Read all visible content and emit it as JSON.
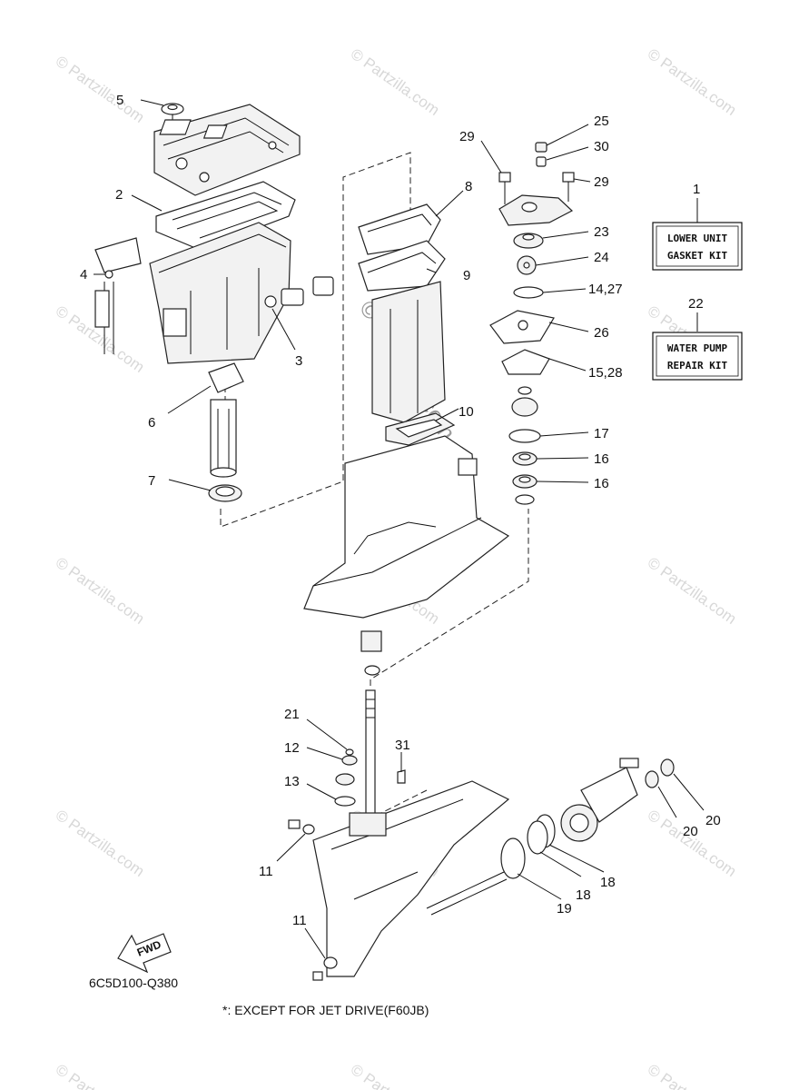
{
  "diagram": {
    "part_code": "6C5D100-Q380",
    "footnote": "*: EXCEPT FOR JET DRIVE(F60JB)",
    "fwd_label": "FWD",
    "watermark": "© Partzilla.com",
    "kits": [
      {
        "number": "1",
        "line1": "LOWER UNIT",
        "line2": "GASKET KIT"
      },
      {
        "number": "22",
        "line1": "WATER PUMP",
        "line2": "REPAIR KIT"
      }
    ],
    "callouts": [
      "5",
      "2",
      "4",
      "3",
      "6",
      "7",
      "8",
      "9",
      "10",
      "29",
      "25",
      "30",
      "29",
      "23",
      "24",
      "14,27",
      "26",
      "15,28",
      "17",
      "16",
      "16",
      "21",
      "12",
      "31",
      "13",
      "11",
      "11",
      "19",
      "18",
      "18",
      "20",
      "20"
    ]
  }
}
